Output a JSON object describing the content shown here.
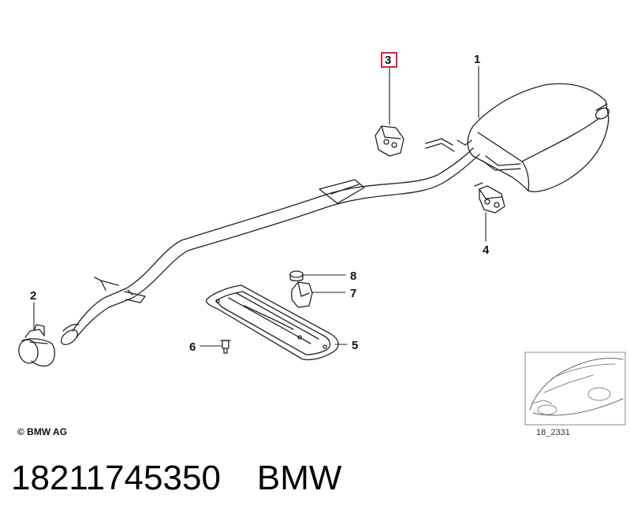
{
  "callouts": [
    {
      "label": "1"
    },
    {
      "label": "2"
    },
    {
      "label": "3"
    },
    {
      "label": "4"
    },
    {
      "label": "5"
    },
    {
      "label": "6"
    },
    {
      "label": "7"
    },
    {
      "label": "8"
    }
  ],
  "highlight_color": "#d8283a",
  "copyright": "© BMW AG",
  "thumbnail_code": "18_2331",
  "caption": {
    "part_number": "18211745350",
    "brand": "BMW"
  }
}
